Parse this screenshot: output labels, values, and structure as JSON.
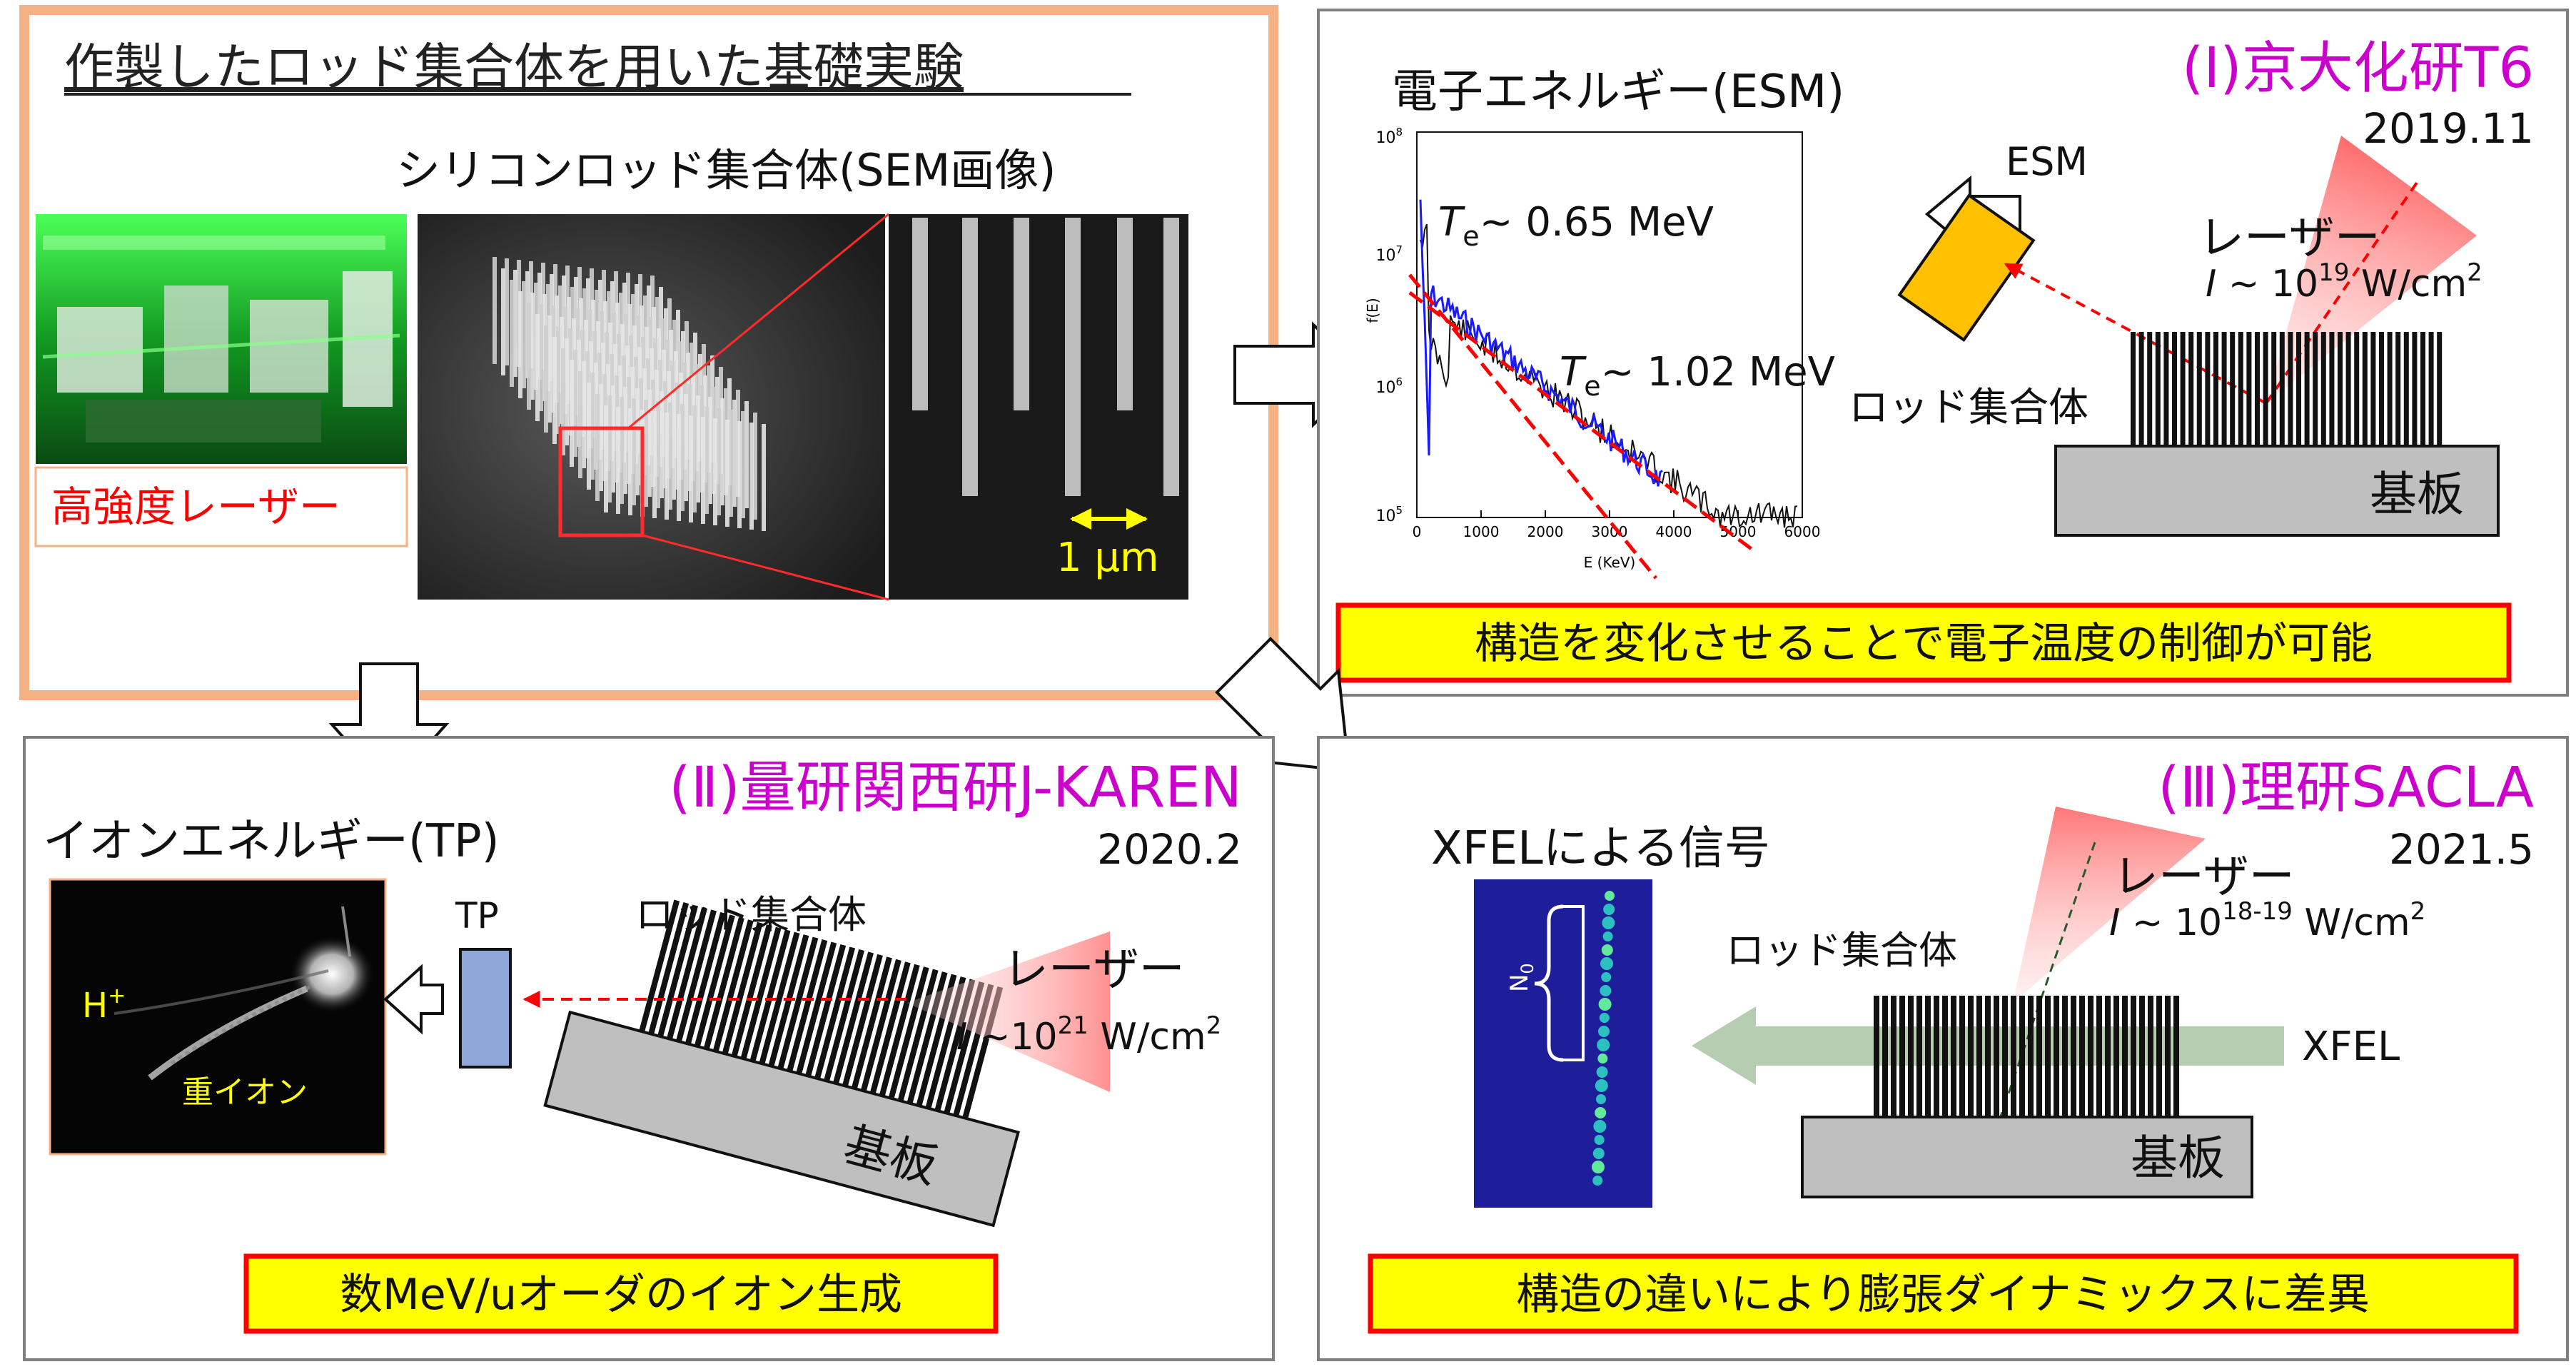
{
  "colors": {
    "panel_orange": "#f4b183",
    "panel_gray": "#7f7f7f",
    "title_magenta": "#cc00cc",
    "highlight_fill": "#ffff00",
    "highlight_border": "#ff0000",
    "laser_red": "#ff8a8a",
    "red_dash": "#ff0000",
    "esm_orange": "#ffc000",
    "tp_blue": "#8fa8d8",
    "xfel_green": "#a9c4a4",
    "yellow_label": "#ffff00",
    "substrate_gray": "#bfbfbf"
  },
  "panel_top_left": {
    "title": "作製したロッド集合体を用いた基礎実験",
    "sem_label": "シリコンロッド集合体(SEM画像)",
    "laser_label": "高強度レーザー",
    "scale_label": "1 μm"
  },
  "panel_top_right": {
    "title": "(Ⅰ)京大化研T6",
    "date": "2019.11",
    "graph_title": "電子エネルギー(ESM)",
    "te1_prefix": "T",
    "te1_sub": "e",
    "te1_value": "~ 0.65 MeV",
    "te2_prefix": "T",
    "te2_sub": "e",
    "te2_value": "~ 1.02 MeV",
    "esm_label": "ESM",
    "laser_label": "レーザー",
    "intensity_i": "I",
    "intensity_base": " ~ 10",
    "intensity_exp": "19",
    "intensity_unit": " W/cm",
    "intensity_unit_exp": "2",
    "rod_label": "ロッド集合体",
    "substrate_label": "基板",
    "highlight": "構造を変化させることで電子温度の制御が可能"
  },
  "panel_bottom_left": {
    "title": "(Ⅱ)量研関西研J-KAREN",
    "date": "2020.2",
    "graph_title": "イオンエネルギー(TP)",
    "hplus_label": "H",
    "hplus_sup": "+",
    "heavy_ion_label": "重イオン",
    "tp_label": "TP",
    "rod_label": "ロッド集合体",
    "laser_label": "レーザー",
    "intensity_i": "I",
    "intensity_base": " ~10",
    "intensity_exp": "21",
    "intensity_unit": " W/cm",
    "intensity_unit_exp": "2",
    "substrate_label": "基板",
    "highlight": "数MeV/uオーダのイオン生成"
  },
  "panel_bottom_right": {
    "title": "(Ⅲ)理研SACLA",
    "date": "2021.5",
    "signal_title": "XFELによる信号",
    "n0_label": "N",
    "n0_sub": "0",
    "laser_label": "レーザー",
    "intensity_i": "I",
    "intensity_base": " ~ 10",
    "intensity_exp": "18-19",
    "intensity_unit": " W/cm",
    "intensity_unit_exp": "2",
    "rod_label": "ロッド集合体",
    "xfel_label": "XFEL",
    "substrate_label": "基板",
    "highlight": "構造の違いにより膨張ダイナミックスに差異"
  },
  "esm_plot": {
    "y_ticks": [
      "10",
      "10",
      "10",
      "10"
    ],
    "y_tick_exps": [
      "8",
      "7",
      "6",
      "5"
    ],
    "x_ticks": [
      "0",
      "1000",
      "2000",
      "3000",
      "4000",
      "5000",
      "6000"
    ],
    "xlabel": "E (KeV)",
    "ylabel": "f(E)"
  }
}
